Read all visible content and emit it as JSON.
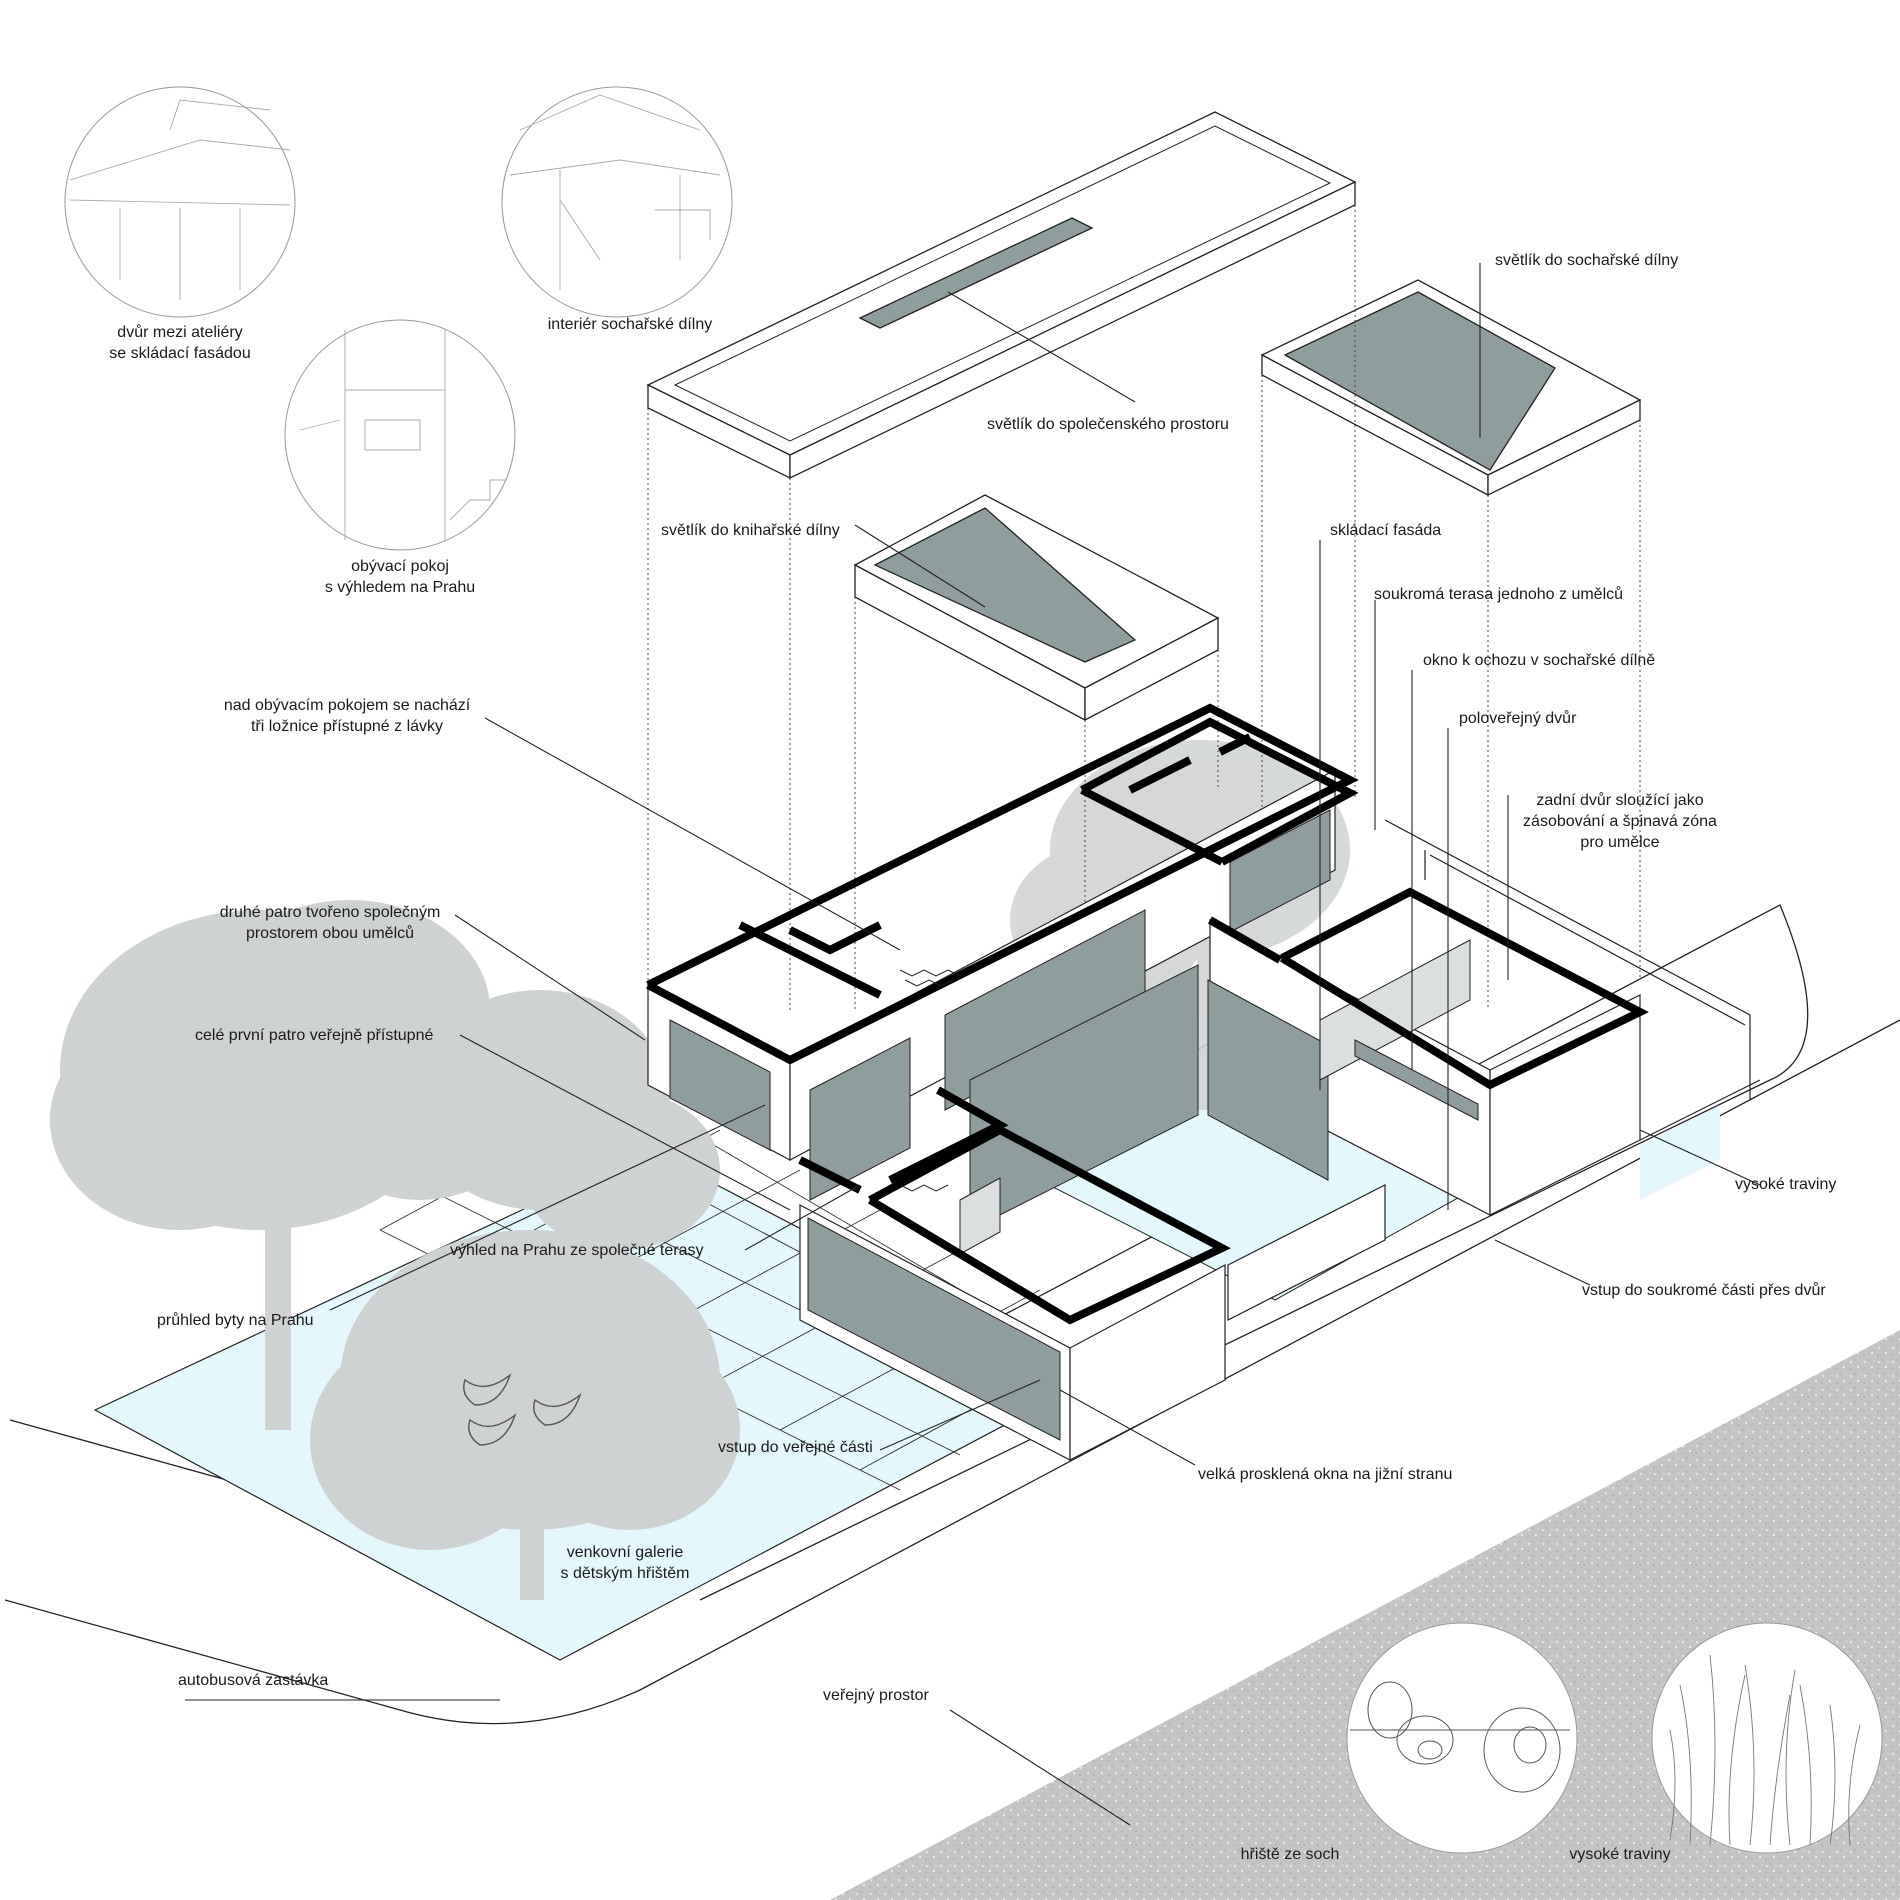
{
  "colors": {
    "glass": "#8f9e9c",
    "water": "#e4f7fb",
    "tree": "#cfd2d2",
    "ground": "#bdbdbd",
    "wall": "#000000",
    "line": "#222222"
  },
  "labels": {
    "courtyard_between_studios": [
      "dvůr mezi ateliéry",
      "se skládací fasádou"
    ],
    "sculpture_interior": [
      "interiér sochařské dílny"
    ],
    "living_room": [
      "obývací pokoj",
      "s výhledem na Prahu"
    ],
    "skylight_sculpture": [
      "světlík do sochařské dílny"
    ],
    "skylight_social": [
      "světlík do společenského prostoru"
    ],
    "skylight_bookbinding": [
      "světlík do knihařské dílny"
    ],
    "folding_facade": [
      "skládací fasáda"
    ],
    "private_terrace": [
      "soukromá terasa jednoho z umělců"
    ],
    "walkway_window": [
      "okno k ochozu v sochařské dílně"
    ],
    "semipublic_court": [
      "poloveřejný dvůr"
    ],
    "above_living": [
      "nad obývacím pokojem se nachází",
      "tři ložnice přístupné z lávky"
    ],
    "back_yard": [
      "zadní dvůr sloužící jako",
      "zásobování a špinavá zóna",
      "pro umělce"
    ],
    "second_floor": [
      "druhé patro tvořeno společným",
      "prostorem obou umělců"
    ],
    "first_floor": [
      "celé první patro veřejně přístupné"
    ],
    "tall_grass_right": [
      "vysoké traviny"
    ],
    "prague_view": [
      "výhled na Prahu ze společné terasy"
    ],
    "private_entry": [
      "vstup do soukromé části přes dvůr"
    ],
    "see_through": [
      "průhled byty na Prahu"
    ],
    "public_entry": [
      "vstup do veřejné části"
    ],
    "south_windows": [
      "velká prosklená okna na jižní stranu"
    ],
    "outdoor_gallery": [
      "venkovní galerie",
      "s dětským hřištěm"
    ],
    "bus_stop": [
      "autobusová zastávka"
    ],
    "public_space": [
      "veřejný prostor"
    ],
    "sculpture_playground": [
      "hřiště ze soch"
    ],
    "tall_grass_circle": [
      "vysoké traviny"
    ]
  }
}
